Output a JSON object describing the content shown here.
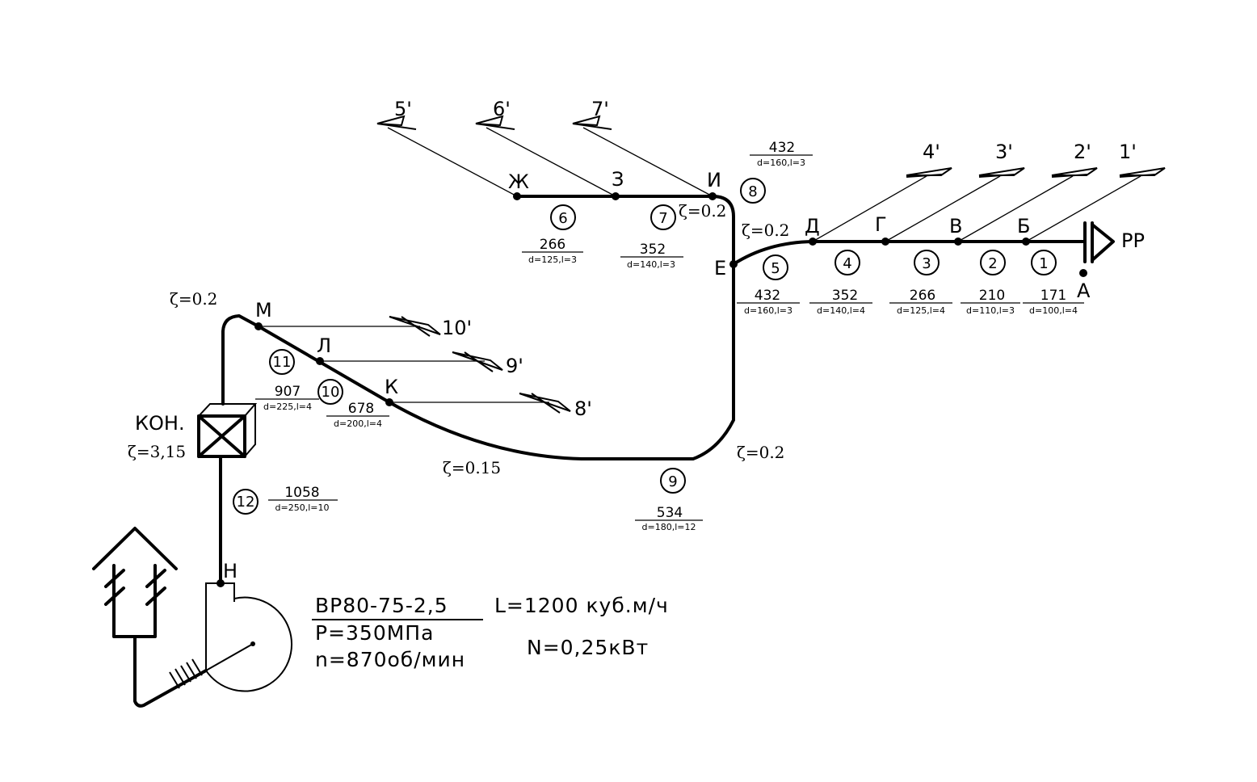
{
  "nodes": {
    "zh": "Ж",
    "z": "З",
    "i": "И",
    "e": "Е",
    "d": "Д",
    "g": "Г",
    "v": "В",
    "b": "Б",
    "a": "А",
    "m": "М",
    "l": "Л",
    "k": "К",
    "n": "Н"
  },
  "terminals": {
    "t5": "5'",
    "t6": "6'",
    "t7": "7'",
    "t4": "4'",
    "t3": "3'",
    "t2": "2'",
    "t1": "1'",
    "t10": "10'",
    "t9": "9'",
    "t8": "8'"
  },
  "sections": {
    "s1": {
      "num": "1",
      "flow": "171",
      "params": "d=100,l=4"
    },
    "s2": {
      "num": "2",
      "flow": "210",
      "params": "d=110,l=3"
    },
    "s3": {
      "num": "3",
      "flow": "266",
      "params": "d=125,l=4"
    },
    "s4": {
      "num": "4",
      "flow": "352",
      "params": "d=140,l=4"
    },
    "s5": {
      "num": "5",
      "flow": "432",
      "params": "d=160,l=3"
    },
    "s6": {
      "num": "6",
      "flow": "266",
      "params": "d=125,l=3"
    },
    "s7": {
      "num": "7",
      "flow": "352",
      "params": "d=140,l=3"
    },
    "s8": {
      "num": "8",
      "flow": "432",
      "params": "d=160,l=3"
    },
    "s9": {
      "num": "9",
      "flow": "534",
      "params": "d=180,l=12"
    },
    "s10": {
      "num": "10",
      "flow": "678",
      "params": "d=200,l=4"
    },
    "s11": {
      "num": "11",
      "flow": "907",
      "params": "d=225,l=4"
    },
    "s12": {
      "num": "12",
      "flow": "1058",
      "params": "d=250,l=10"
    }
  },
  "zetas": {
    "z_i": "ζ=0.2",
    "z_e": "ζ=0.2",
    "z_m": "ζ=0.2",
    "z_bottom_right": "ζ=0.2",
    "z_curve": "ζ=0.15",
    "z_kon": "ζ=3,15"
  },
  "labels": {
    "kon": "КОН.",
    "rr": "РР"
  },
  "fan": {
    "model": "ВР80-75-2,5",
    "airflow": "L=1200 куб.м/ч",
    "pressure": "Р=350МПа",
    "speed": "n=870об/мин",
    "power": "N=0,25кВт"
  }
}
